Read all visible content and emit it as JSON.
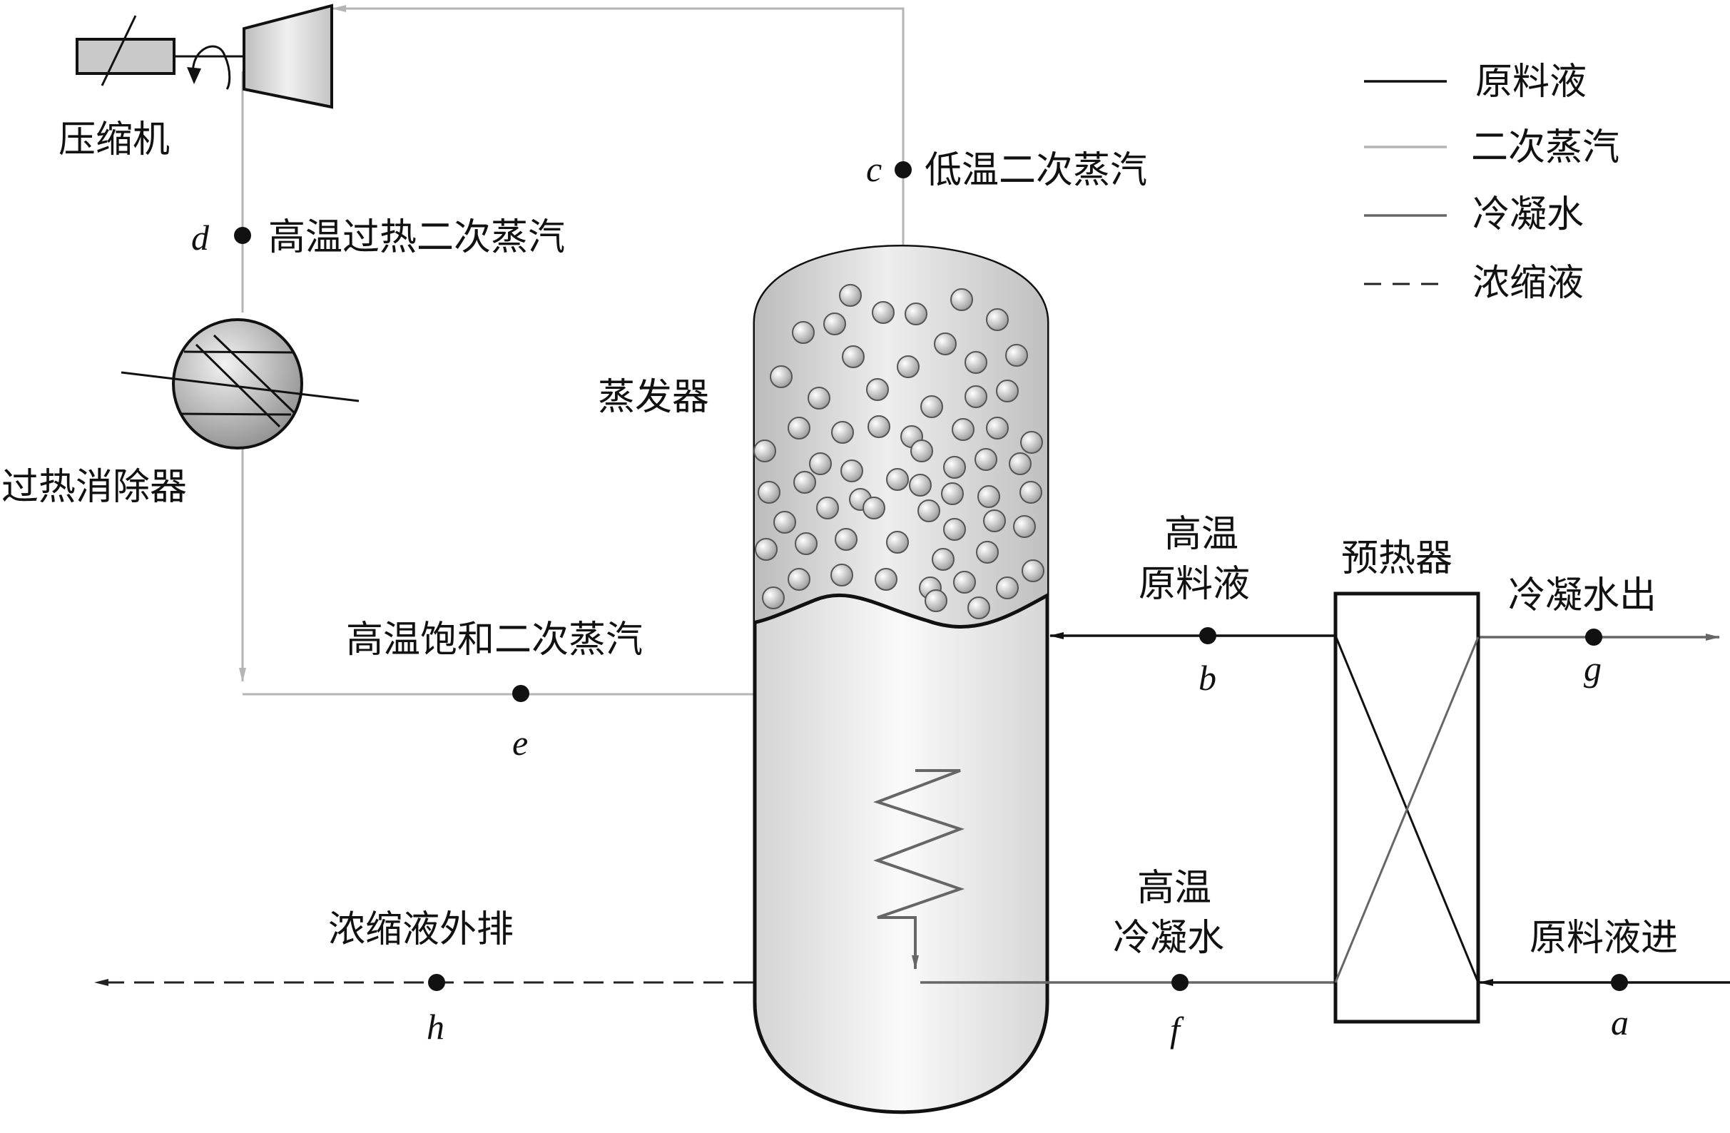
{
  "colors": {
    "feed_liquid": "#111111",
    "secondary_vapor": "#b4b4b4",
    "condensate": "#666666",
    "concentrate": "#222222"
  },
  "legend": {
    "feed_liquid": "原料液",
    "secondary_vapor": "二次蒸汽",
    "condensate": "冷凝水",
    "concentrate": "浓缩液"
  },
  "equipment": {
    "compressor": "压缩机",
    "desuperheater": "过热消除器",
    "evaporator": "蒸发器",
    "preheater": "预热器"
  },
  "streams": {
    "c_label": "低温二次蒸汽",
    "d_label": "高温过热二次蒸汽",
    "e_label": "高温饱和二次蒸汽",
    "b_label_line1": "高温",
    "b_label_line2": "原料液",
    "f_label_line1": "高温",
    "f_label_line2": "冷凝水",
    "g_label": "冷凝水出",
    "a_label": "原料液进",
    "h_label": "浓缩液外排"
  },
  "points": {
    "a": "a",
    "b": "b",
    "c": "c",
    "d": "d",
    "e": "e",
    "f": "f",
    "g": "g",
    "h": "h"
  }
}
